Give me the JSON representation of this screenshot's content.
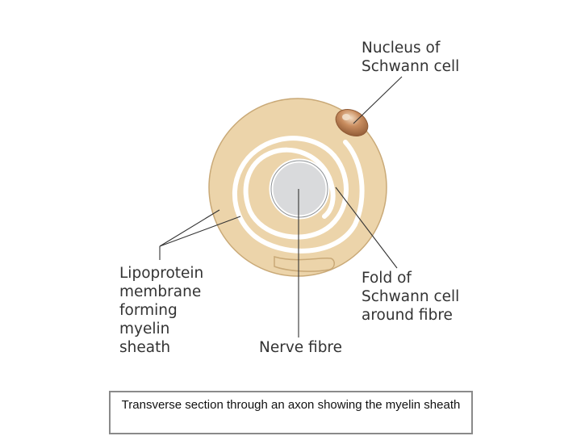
{
  "labels": {
    "nucleus": "Nucleus of\nSchwann cell",
    "fold": "Fold of\nSchwann cell\naround fibre",
    "lipoprotein": "Lipoprotein\nmembrane\nforming\nmyelin\nsheath",
    "nerve_fibre": "Nerve fibre"
  },
  "caption": "Transverse section through an axon showing the myelin sheath",
  "colors": {
    "myelin": "#ecd4aa",
    "myelin_edge": "#c9a977",
    "axon": "#d9dadc",
    "axon_edge": "#8e9296",
    "nucleus": "#a8704a",
    "nucleus_light": "#e8c3a0",
    "leader_line": "#333333"
  }
}
